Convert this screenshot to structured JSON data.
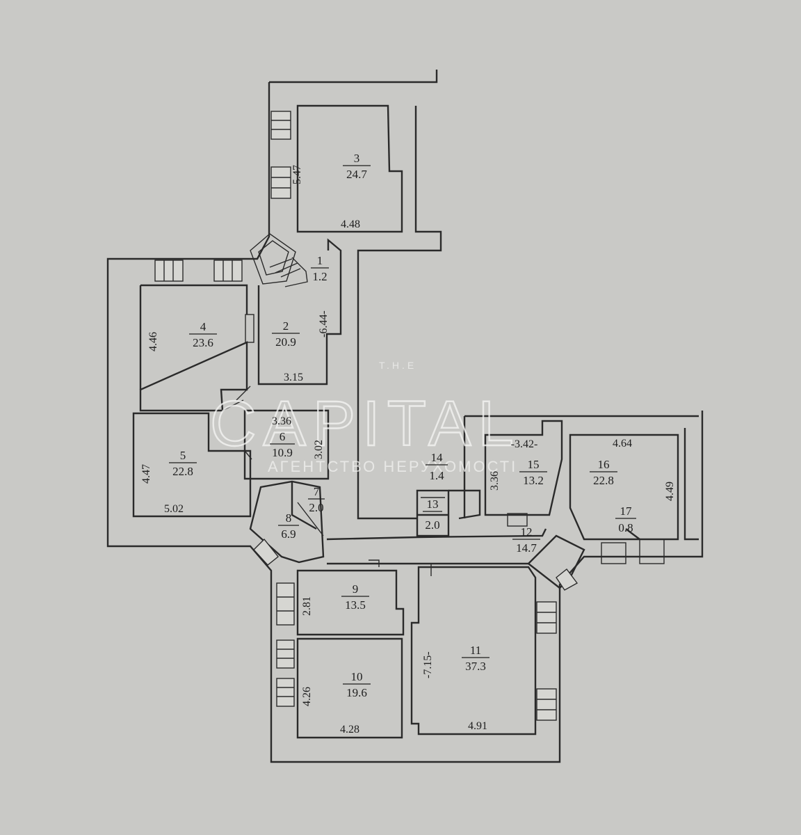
{
  "watermark": {
    "top": "T.H.E",
    "main": "CAPITAL",
    "sub": "АГЕНТСТВО НЕРУХОМОСТІ"
  },
  "rooms": [
    {
      "number": "1",
      "area": "1.2"
    },
    {
      "number": "2",
      "area": "20.9"
    },
    {
      "number": "3",
      "area": "24.7"
    },
    {
      "number": "4",
      "area": "23.6"
    },
    {
      "number": "5",
      "area": "22.8"
    },
    {
      "number": "6",
      "area": "10.9"
    },
    {
      "number": "7",
      "area": "2.0"
    },
    {
      "number": "8",
      "area": "6.9"
    },
    {
      "number": "9",
      "area": "13.5"
    },
    {
      "number": "10",
      "area": "19.6"
    },
    {
      "number": "11",
      "area": "37.3"
    },
    {
      "number": "12",
      "area": "14.7"
    },
    {
      "number": "13",
      "area": "2.0"
    },
    {
      "number": "14",
      "area": "1.4"
    },
    {
      "number": "15",
      "area": "13.2"
    },
    {
      "number": "16",
      "area": "22.8"
    },
    {
      "number": "17",
      "area": "0.8"
    }
  ],
  "dimensions": {
    "r3_vertical": "5.47",
    "r3_horizontal": "4.48",
    "r2_vertical": "-6.44-",
    "r2_horizontal": "3.15",
    "r4_vertical": "4.46",
    "r5_vertical": "4.47",
    "r5_horizontal": "5.02",
    "r6_horizontal": "3.36",
    "r6_vertical": "3.02",
    "r15_horizontal": "-3.42-",
    "r15_vertical": "3.36",
    "r16_horizontal": "4.64",
    "r16_vertical": "4.49",
    "r9_vertical": "2.81",
    "r10_vertical": "4.26",
    "r10_horizontal": "4.28",
    "r11_vertical": "-7.15-",
    "r11_horizontal": "4.91"
  }
}
